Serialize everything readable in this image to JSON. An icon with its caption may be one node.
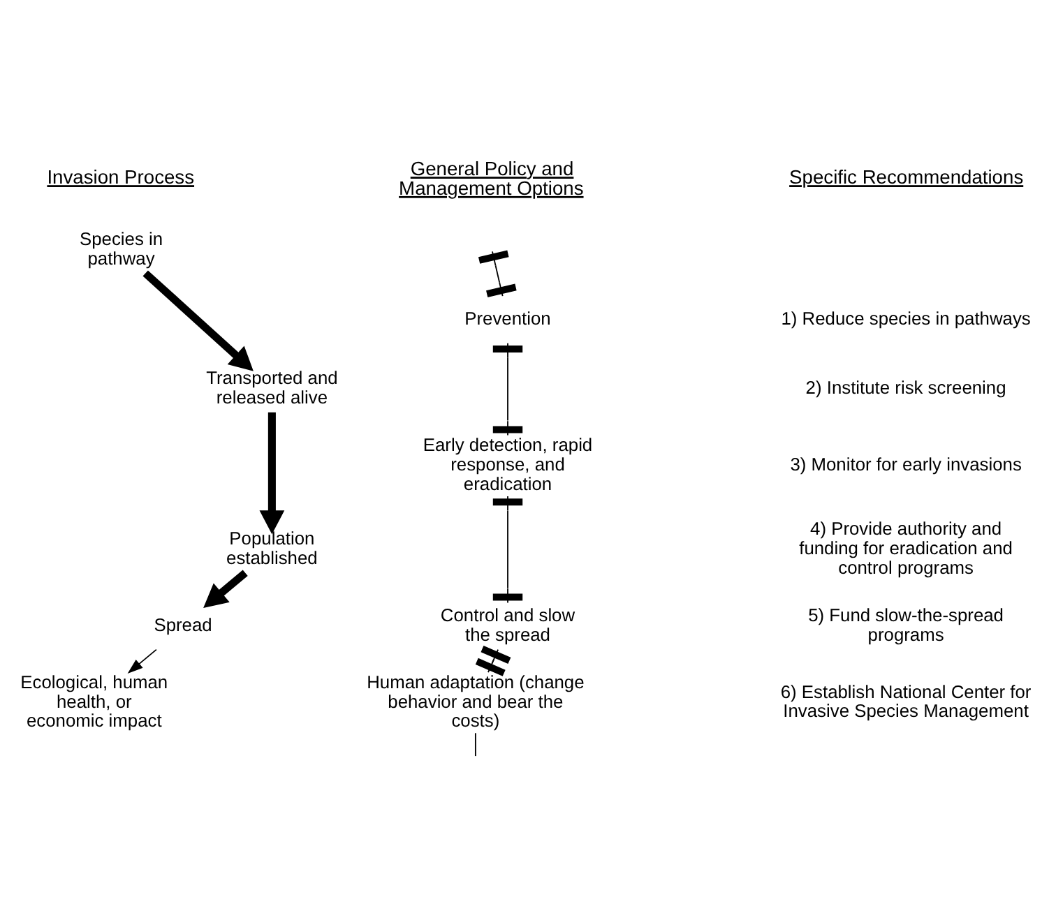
{
  "diagram": {
    "nodes": [
      {
        "text": [
          "Species in pathway"
        ]
      },
      {
        "text": [
          "Transported and released alive"
        ]
      },
      {
        "text": [
          "Population established"
        ]
      },
      {
        "text": [
          "Spread"
        ]
      },
      {
        "text": [
          "Ecological, human health, or economic impact"
        ]
      },
      {
        "text": [
          "Prevention"
        ]
      },
      {
        "text": [
          "Early detection, rapid response, and eradication"
        ]
      },
      {
        "text": [
          "Control and slow the spread"
        ]
      },
      {
        "text": [
          "Human adaptation (change behavior and bear the costs)"
        ]
      }
    ],
    "edges": [
      {
        "from": 0,
        "to": 1,
        "arrow": "to",
        "style": "thick"
      },
      {
        "from": 1,
        "to": 2,
        "arrow": "to",
        "style": "thick"
      },
      {
        "from": 2,
        "to": 3,
        "arrow": "to",
        "style": "thick"
      },
      {
        "from": 3,
        "to": 4,
        "arrow": "to"
      },
      {
        "from": null,
        "to": 5,
        "arrow": "other"
      },
      {
        "from": 5,
        "to": 6,
        "arrow": "other"
      },
      {
        "from": 6,
        "to": 7,
        "arrow": "other"
      },
      {
        "from": 7,
        "to": 8,
        "arrow": "other"
      },
      {
        "from": 8,
        "to": null,
        "arrow": "none"
      }
    ],
    "labels": [
      "Invasion Process",
      "General Policy and Management Options",
      "Specific Recommendations",
      "1) Reduce species in pathways",
      "2) Institute risk screening",
      "3) Monitor for early invasions",
      "4) Provide authority and funding for eradication and control programs",
      "5) Fund slow-the-spread programs",
      "6) Establish National Center for Invasive Species Management"
    ]
  }
}
